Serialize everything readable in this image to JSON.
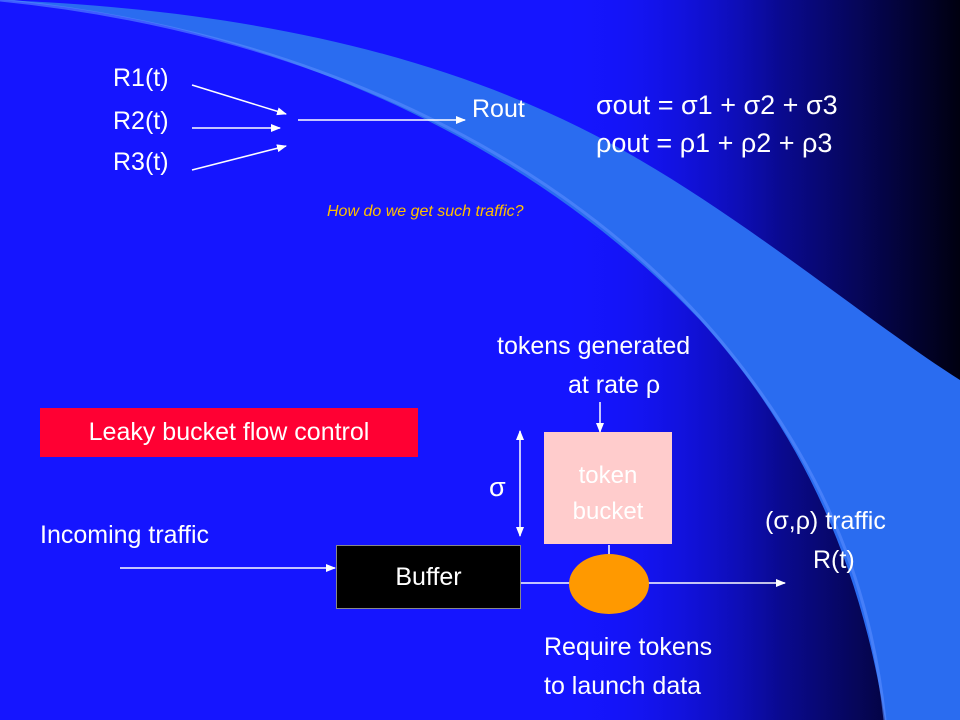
{
  "colors": {
    "background": "#1515ff",
    "dark_edge": "#000010",
    "swoosh": "#2a6cf0",
    "red_label": "#ff0033",
    "question": "#ffc000",
    "token_bucket": "#ffcccc",
    "token_text": "#ffffff",
    "buffer_fill": "#000000",
    "oval": "#ff9900"
  },
  "inputs": {
    "r1": "R1(t)",
    "r2": "R2(t)",
    "r3": "R3(t)"
  },
  "output_label": "Rout",
  "equations": {
    "sigma": {
      "sym": "σ",
      "lhs": "out =",
      "s1": "σ",
      "n1": "1 +",
      "s2": "σ",
      "n2": "2 +",
      "s3": "σ",
      "n3": "3"
    },
    "rho": {
      "sym": "ρ",
      "lhs": "out =",
      "s1": "ρ",
      "n1": "1 +",
      "s2": "ρ",
      "n2": "2 +",
      "s3": "ρ",
      "n3": "3"
    }
  },
  "question": "How do we get such traffic?",
  "tokens_generated": {
    "line1": "tokens generated",
    "line2_prefix": "at rate",
    "rho": "ρ"
  },
  "title_box": "Leaky bucket flow control",
  "sigma_label": "σ",
  "token_bucket": {
    "line1": "token",
    "line2": "bucket"
  },
  "incoming": "Incoming traffic",
  "buffer": "Buffer",
  "traffic_out": {
    "line1": "(σ,ρ) traffic",
    "line2": "R(t)"
  },
  "require": {
    "line1": "Require tokens",
    "line2": "to launch data"
  }
}
